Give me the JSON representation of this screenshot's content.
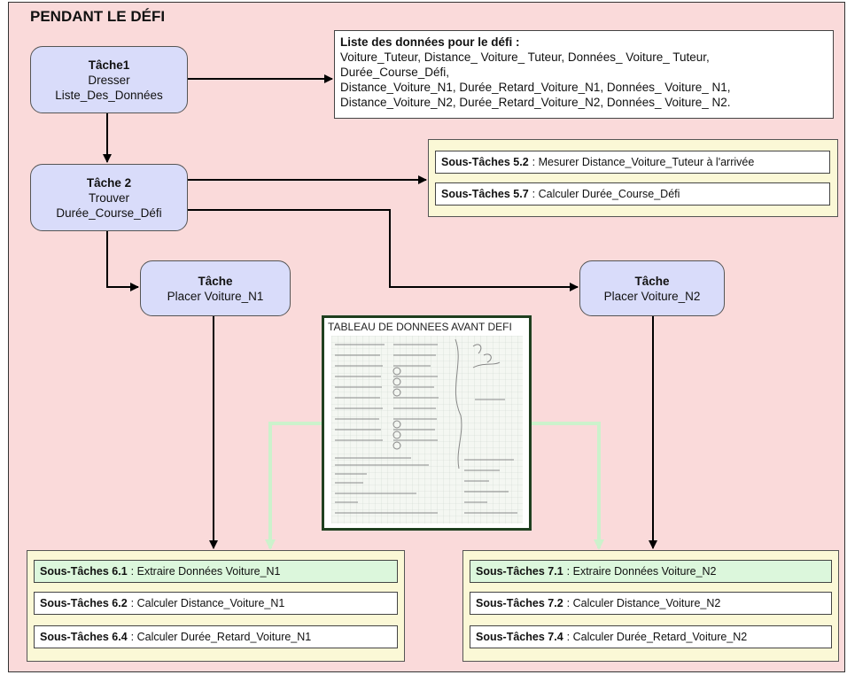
{
  "diagram": {
    "title": "PENDANT LE DÉFI",
    "task1": {
      "title": "Tâche1",
      "line1": "Dresser",
      "line2": "Liste_Des_Données"
    },
    "task2": {
      "title": "Tâche 2",
      "line1": "Trouver",
      "line2": "Durée_Course_Défi"
    },
    "task_n1": {
      "title": "Tâche",
      "line1": "Placer Voiture_N1"
    },
    "task_n2": {
      "title": "Tâche",
      "line1": "Placer Voiture_N2"
    },
    "data_list": {
      "title": "Liste des données pour le défi :",
      "lines": [
        "Voiture_Tuteur, Distance_ Voiture_ Tuteur, Données_ Voiture_ Tuteur,",
        "Durée_Course_Défi,",
        "Distance_Voiture_N1, Durée_Retard_Voiture_N1, Données_ Voiture_ N1,",
        "Distance_Voiture_N2, Durée_Retard_Voiture_N2, Données_ Voiture_ N2."
      ]
    },
    "subtasks5": [
      {
        "label": "Sous-Tâches 5.2",
        "text": " : Mesurer Distance_Voiture_Tuteur à l'arrivée"
      },
      {
        "label": "Sous-Tâches 5.7",
        "text": " : Calculer Durée_Course_Défi"
      }
    ],
    "photo_title": "TABLEAU DE DONNEES AVANT DEFI",
    "subtasks6": [
      {
        "label": "Sous-Tâches 6.1",
        "text": " : Extraire Données Voiture_N1"
      },
      {
        "label": "Sous-Tâches 6.2",
        "text": " : Calculer Distance_Voiture_N1"
      },
      {
        "label": "Sous-Tâches 6.4",
        "text": " : Calculer Durée_Retard_Voiture_N1"
      }
    ],
    "subtasks7": [
      {
        "label": "Sous-Tâches 7.1",
        "text": " : Extraire Données Voiture_N2"
      },
      {
        "label": "Sous-Tâches 7.2",
        "text": " : Calculer Distance_Voiture_N2"
      },
      {
        "label": "Sous-Tâches 7.4",
        "text": " : Calculer Durée_Retard_Voiture_N2"
      }
    ]
  },
  "colors": {
    "background": "#fadada",
    "task_fill": "#d9dcfa",
    "group_fill": "#fbf8d6",
    "highlight_fill": "#dcf7dc",
    "green_connector": "#ccf2cc"
  }
}
